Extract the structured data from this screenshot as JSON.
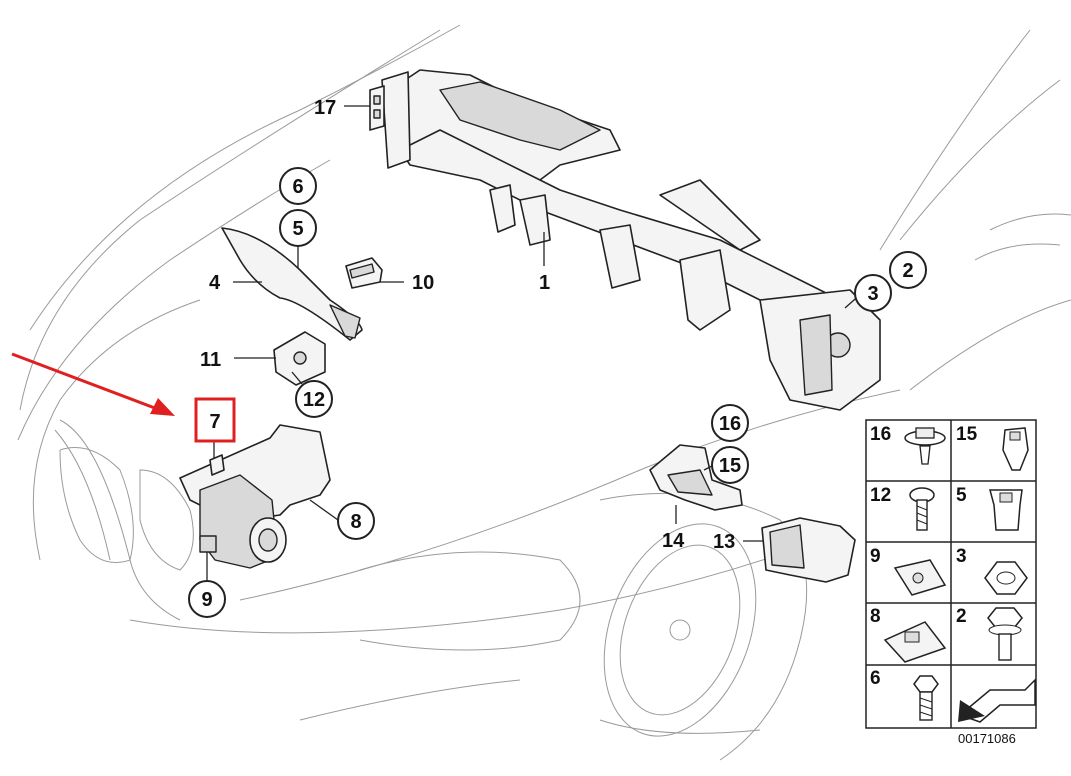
{
  "callouts": {
    "c1": "1",
    "c2": "2",
    "c3": "3",
    "c4": "4",
    "c5": "5",
    "c6": "6",
    "c7": "7",
    "c8": "8",
    "c9": "9",
    "c10": "10",
    "c11": "11",
    "c12": "12",
    "c13": "13",
    "c14": "14",
    "c15": "15",
    "c16": "16",
    "c17": "17"
  },
  "legend_grid": {
    "cells": [
      "16",
      "15",
      "12",
      "5",
      "9",
      "3",
      "8",
      "2",
      "6"
    ]
  },
  "diagram_code": "00171086",
  "highlight": {
    "part": "7",
    "color": "#e02020"
  }
}
